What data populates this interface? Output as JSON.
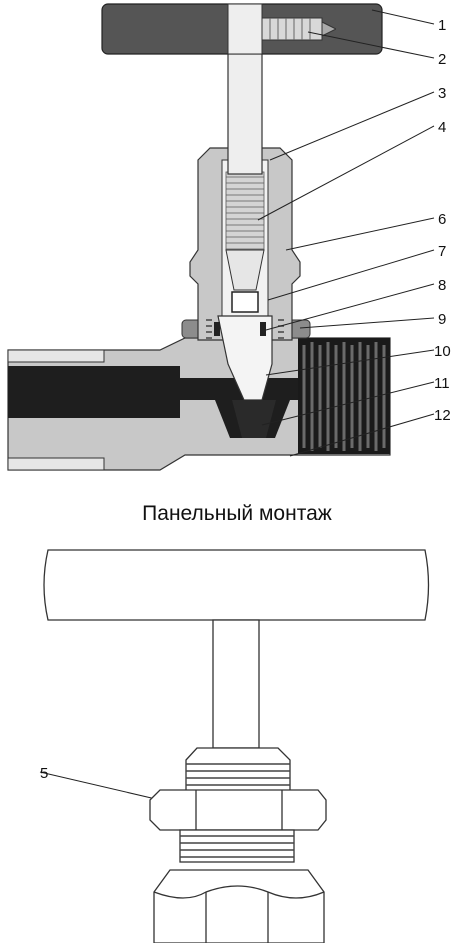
{
  "caption": "Панельный монтаж",
  "callouts": {
    "c1": "1",
    "c2": "2",
    "c3": "3",
    "c4": "4",
    "c5": "5",
    "c6": "6",
    "c7": "7",
    "c8": "8",
    "c9": "9",
    "c10": "10",
    "c11": "11",
    "c12": "12"
  },
  "colors": {
    "handle": "#555555",
    "body": "#c8c8c8",
    "body_dark": "#8c8c8c",
    "channel": "#1e1e1e",
    "stem": "#eeeeee",
    "outline": "#333333"
  }
}
